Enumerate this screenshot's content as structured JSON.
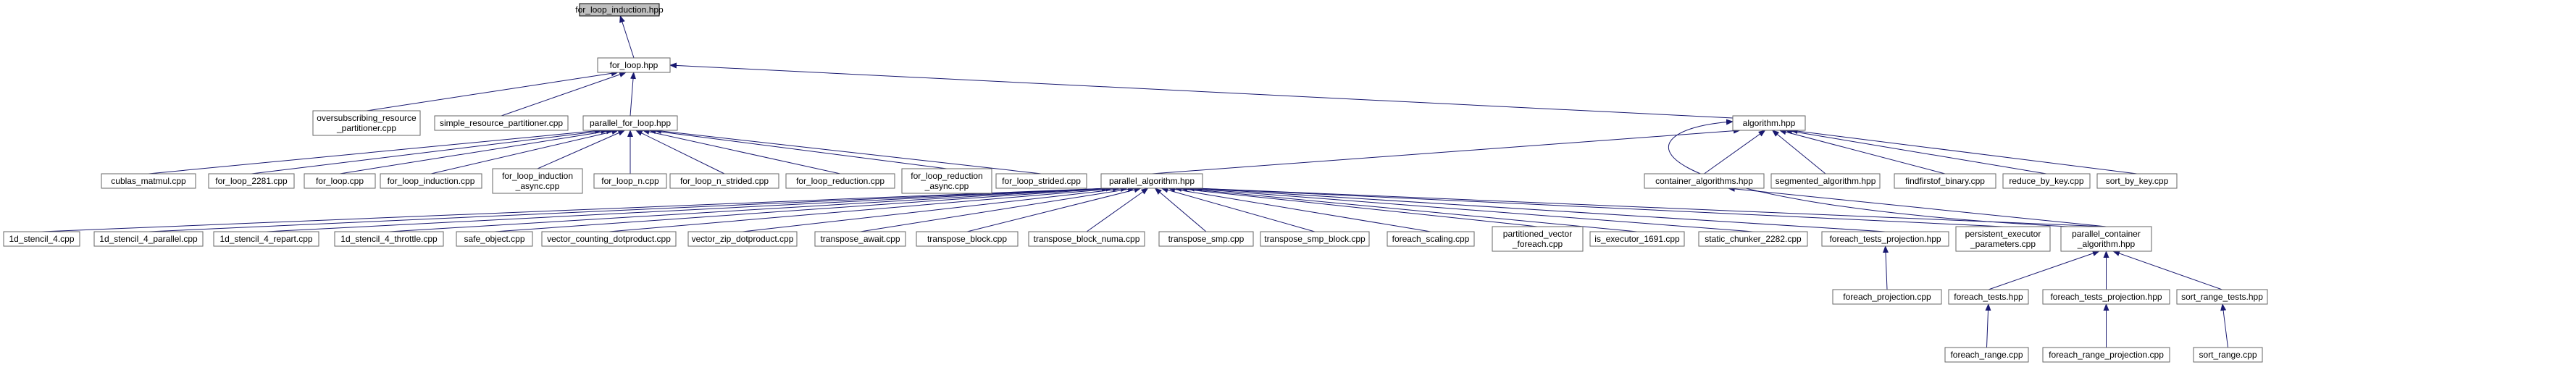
{
  "colors": {
    "edge": "#191970",
    "node_border": "#666666",
    "root_fill": "#bfbfbf",
    "background": "#ffffff"
  },
  "nodes": [
    {
      "id": "root",
      "lines": [
        "for_loop_induction.hpp"
      ]
    },
    {
      "id": "for_loop_hpp",
      "lines": [
        "for_loop.hpp"
      ]
    },
    {
      "id": "oversub",
      "lines": [
        "oversubscribing_resource",
        "_partitioner.cpp"
      ]
    },
    {
      "id": "simple_res",
      "lines": [
        "simple_resource_partitioner.cpp"
      ]
    },
    {
      "id": "par_for_loop",
      "lines": [
        "parallel_for_loop.hpp"
      ]
    },
    {
      "id": "algorithm",
      "lines": [
        "algorithm.hpp"
      ]
    },
    {
      "id": "cublas",
      "lines": [
        "cublas_matmul.cpp"
      ]
    },
    {
      "id": "fl2281",
      "lines": [
        "for_loop_2281.cpp"
      ]
    },
    {
      "id": "flcpp",
      "lines": [
        "for_loop.cpp"
      ]
    },
    {
      "id": "flinduction",
      "lines": [
        "for_loop_induction.cpp"
      ]
    },
    {
      "id": "flinduction_async",
      "lines": [
        "for_loop_induction",
        "_async.cpp"
      ]
    },
    {
      "id": "fln",
      "lines": [
        "for_loop_n.cpp"
      ]
    },
    {
      "id": "flnstrided",
      "lines": [
        "for_loop_n_strided.cpp"
      ]
    },
    {
      "id": "flreduction",
      "lines": [
        "for_loop_reduction.cpp"
      ]
    },
    {
      "id": "flreduction_async",
      "lines": [
        "for_loop_reduction",
        "_async.cpp"
      ]
    },
    {
      "id": "flstrided",
      "lines": [
        "for_loop_strided.cpp"
      ]
    },
    {
      "id": "par_alg",
      "lines": [
        "parallel_algorithm.hpp"
      ]
    },
    {
      "id": "container_alg",
      "lines": [
        "container_algorithms.hpp"
      ]
    },
    {
      "id": "segmented",
      "lines": [
        "segmented_algorithm.hpp"
      ]
    },
    {
      "id": "findfirstof",
      "lines": [
        "findfirstof_binary.cpp"
      ]
    },
    {
      "id": "reduce_by_key",
      "lines": [
        "reduce_by_key.cpp"
      ]
    },
    {
      "id": "sort_by_key",
      "lines": [
        "sort_by_key.cpp"
      ]
    },
    {
      "id": "s1d",
      "lines": [
        "1d_stencil_4.cpp"
      ]
    },
    {
      "id": "s1dpar",
      "lines": [
        "1d_stencil_4_parallel.cpp"
      ]
    },
    {
      "id": "s1drep",
      "lines": [
        "1d_stencil_4_repart.cpp"
      ]
    },
    {
      "id": "s1dthr",
      "lines": [
        "1d_stencil_4_throttle.cpp"
      ]
    },
    {
      "id": "safeobj",
      "lines": [
        "safe_object.cpp"
      ]
    },
    {
      "id": "vcdot",
      "lines": [
        "vector_counting_dotproduct.cpp"
      ]
    },
    {
      "id": "vzdot",
      "lines": [
        "vector_zip_dotproduct.cpp"
      ]
    },
    {
      "id": "tawait",
      "lines": [
        "transpose_await.cpp"
      ]
    },
    {
      "id": "tblock",
      "lines": [
        "transpose_block.cpp"
      ]
    },
    {
      "id": "tbnuma",
      "lines": [
        "transpose_block_numa.cpp"
      ]
    },
    {
      "id": "tsmp",
      "lines": [
        "transpose_smp.cpp"
      ]
    },
    {
      "id": "tsmpblock",
      "lines": [
        "transpose_smp_block.cpp"
      ]
    },
    {
      "id": "fscaling",
      "lines": [
        "foreach_scaling.cpp"
      ]
    },
    {
      "id": "pvforeach",
      "lines": [
        "partitioned_vector",
        "_foreach.cpp"
      ]
    },
    {
      "id": "isexec",
      "lines": [
        "is_executor_1691.cpp"
      ]
    },
    {
      "id": "static_chunker",
      "lines": [
        "static_chunker_2282.cpp"
      ]
    },
    {
      "id": "ftp_hpp",
      "lines": [
        "foreach_tests_projection.hpp"
      ]
    },
    {
      "id": "pers_exec",
      "lines": [
        "persistent_executor",
        "_parameters.cpp"
      ]
    },
    {
      "id": "pca",
      "lines": [
        "parallel_container",
        "_algorithm.hpp"
      ]
    },
    {
      "id": "fproj",
      "lines": [
        "foreach_projection.cpp"
      ]
    },
    {
      "id": "ftests",
      "lines": [
        "foreach_tests.hpp"
      ]
    },
    {
      "id": "ftp_hpp2",
      "lines": [
        "foreach_tests_projection.hpp"
      ]
    },
    {
      "id": "srtests",
      "lines": [
        "sort_range_tests.hpp"
      ]
    },
    {
      "id": "frange",
      "lines": [
        "foreach_range.cpp"
      ]
    },
    {
      "id": "frangeproj",
      "lines": [
        "foreach_range_projection.cpp"
      ]
    },
    {
      "id": "srange",
      "lines": [
        "sort_range.cpp"
      ]
    }
  ],
  "edges": [
    [
      "for_loop_hpp",
      "root"
    ],
    [
      "oversub",
      "for_loop_hpp"
    ],
    [
      "simple_res",
      "for_loop_hpp"
    ],
    [
      "par_for_loop",
      "for_loop_hpp"
    ],
    [
      "algorithm",
      "for_loop_hpp"
    ],
    [
      "cublas",
      "par_for_loop"
    ],
    [
      "fl2281",
      "par_for_loop"
    ],
    [
      "flcpp",
      "par_for_loop"
    ],
    [
      "flinduction",
      "par_for_loop"
    ],
    [
      "flinduction_async",
      "par_for_loop"
    ],
    [
      "fln",
      "par_for_loop"
    ],
    [
      "flnstrided",
      "par_for_loop"
    ],
    [
      "flreduction",
      "par_for_loop"
    ],
    [
      "flreduction_async",
      "par_for_loop"
    ],
    [
      "flstrided",
      "par_for_loop"
    ],
    [
      "par_alg",
      "algorithm"
    ],
    [
      "container_alg",
      "algorithm"
    ],
    [
      "segmented",
      "algorithm"
    ],
    [
      "findfirstof",
      "algorithm"
    ],
    [
      "reduce_by_key",
      "algorithm"
    ],
    [
      "sort_by_key",
      "algorithm"
    ],
    [
      "pca",
      "algorithm"
    ],
    [
      "pca",
      "container_alg"
    ],
    [
      "s1d",
      "par_alg"
    ],
    [
      "s1dpar",
      "par_alg"
    ],
    [
      "s1drep",
      "par_alg"
    ],
    [
      "s1dthr",
      "par_alg"
    ],
    [
      "safeobj",
      "par_alg"
    ],
    [
      "vcdot",
      "par_alg"
    ],
    [
      "vzdot",
      "par_alg"
    ],
    [
      "tawait",
      "par_alg"
    ],
    [
      "tblock",
      "par_alg"
    ],
    [
      "tbnuma",
      "par_alg"
    ],
    [
      "tsmp",
      "par_alg"
    ],
    [
      "tsmpblock",
      "par_alg"
    ],
    [
      "fscaling",
      "par_alg"
    ],
    [
      "pvforeach",
      "par_alg"
    ],
    [
      "isexec",
      "par_alg"
    ],
    [
      "static_chunker",
      "par_alg"
    ],
    [
      "ftp_hpp",
      "par_alg"
    ],
    [
      "pers_exec",
      "par_alg"
    ],
    [
      "pca",
      "par_alg"
    ],
    [
      "fproj",
      "ftp_hpp"
    ],
    [
      "ftests",
      "pca"
    ],
    [
      "ftp_hpp2",
      "pca"
    ],
    [
      "srtests",
      "pca"
    ],
    [
      "frange",
      "ftests"
    ],
    [
      "frangeproj",
      "ftp_hpp2"
    ],
    [
      "srange",
      "srtests"
    ]
  ]
}
